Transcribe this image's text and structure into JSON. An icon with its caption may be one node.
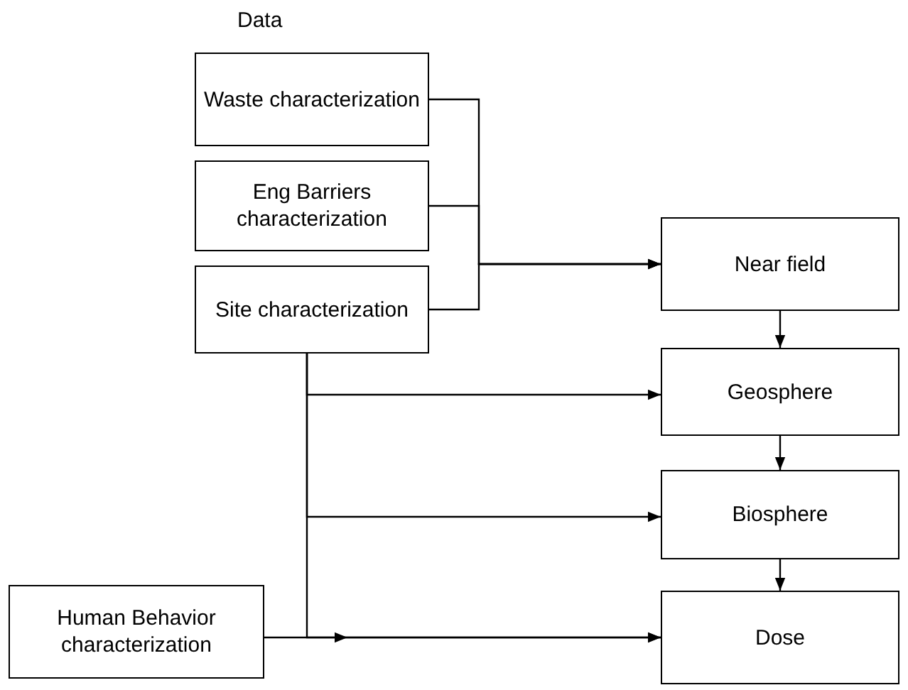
{
  "diagram": {
    "nodes": [
      {
        "text": [
          "Waste characterization"
        ]
      },
      {
        "text": [
          "Eng Barriers characterization"
        ]
      },
      {
        "text": [
          "Site characterization"
        ]
      },
      {
        "text": [
          "Human Behavior characterization"
        ]
      },
      {
        "text": [
          "Near field"
        ]
      },
      {
        "text": [
          "Geosphere"
        ]
      },
      {
        "text": [
          "Biosphere"
        ]
      },
      {
        "text": [
          "Dose"
        ]
      }
    ],
    "edges": [
      {
        "from": 0,
        "to": 4,
        "arrow": "to"
      },
      {
        "from": 1,
        "to": 4,
        "arrow": "to"
      },
      {
        "from": 2,
        "to": 4,
        "arrow": "to"
      },
      {
        "from": 4,
        "to": 5,
        "arrow": "to"
      },
      {
        "from": 5,
        "to": 6,
        "arrow": "to"
      },
      {
        "from": 6,
        "to": 7,
        "arrow": "to"
      },
      {
        "from": 2,
        "to": 5,
        "arrow": "to"
      },
      {
        "from": 2,
        "to": 6,
        "arrow": "to"
      },
      {
        "from": 2,
        "to": 7,
        "arrow": "to"
      },
      {
        "from": 3,
        "to": 7,
        "arrow": "to"
      }
    ],
    "labels": [
      "Data"
    ]
  }
}
